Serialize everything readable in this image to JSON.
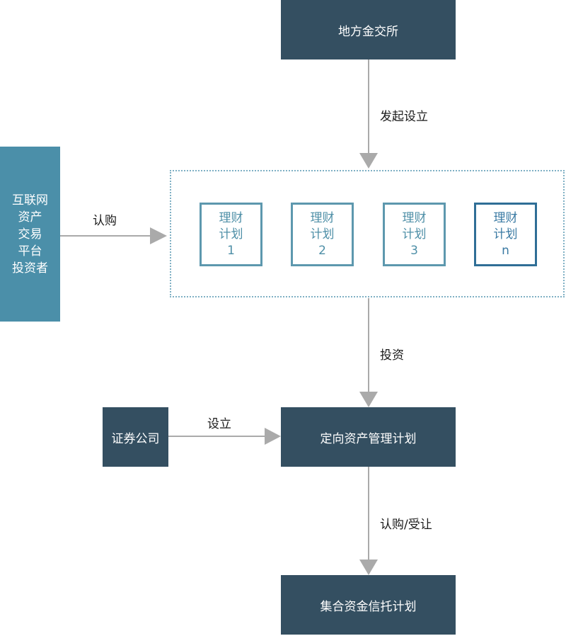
{
  "colors": {
    "dark_box": "#344f61",
    "teal_box": "#4b8fa9",
    "plan_border": "#5d98ae",
    "plan_border_last": "#2f6e96",
    "arrow": "#aaaaaa"
  },
  "nodes": {
    "exchange": "地方金交所",
    "investor_lines": [
      "互联网",
      "资产",
      "交易",
      "平台",
      "投资者"
    ],
    "securities": "证券公司",
    "directed_plan": "定向资产管理计划",
    "trust_plan": "集合资金信托计划"
  },
  "plans": [
    {
      "line1": "理财",
      "line2": "计划",
      "num": "1"
    },
    {
      "line1": "理财",
      "line2": "计划",
      "num": "2"
    },
    {
      "line1": "理财",
      "line2": "计划",
      "num": "3"
    },
    {
      "line1": "理财",
      "line2": "计划",
      "num": "n"
    }
  ],
  "edges": {
    "initiate": "发起设立",
    "subscribe": "认购",
    "invest": "投资",
    "establish": "设立",
    "subscribe_transfer": "认购/受让"
  }
}
